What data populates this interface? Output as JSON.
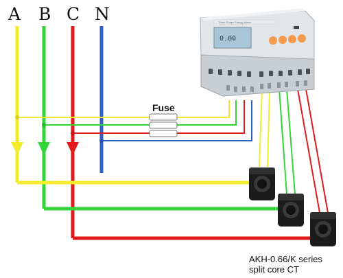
{
  "phases": [
    {
      "label": "A",
      "color": "#f2ec2c"
    },
    {
      "label": "B",
      "color": "#35d43a"
    },
    {
      "label": "C",
      "color": "#e11b1b"
    },
    {
      "label": "N",
      "color": "#2f62c8"
    }
  ],
  "fuse_label": "Fuse",
  "meter": {
    "display_text": "0.00",
    "button_color": "#f39a4c",
    "body_color": "#dfe3e6"
  },
  "ct": {
    "model_line": "AKH-0.66/K  series",
    "type_line": "split core CT"
  }
}
